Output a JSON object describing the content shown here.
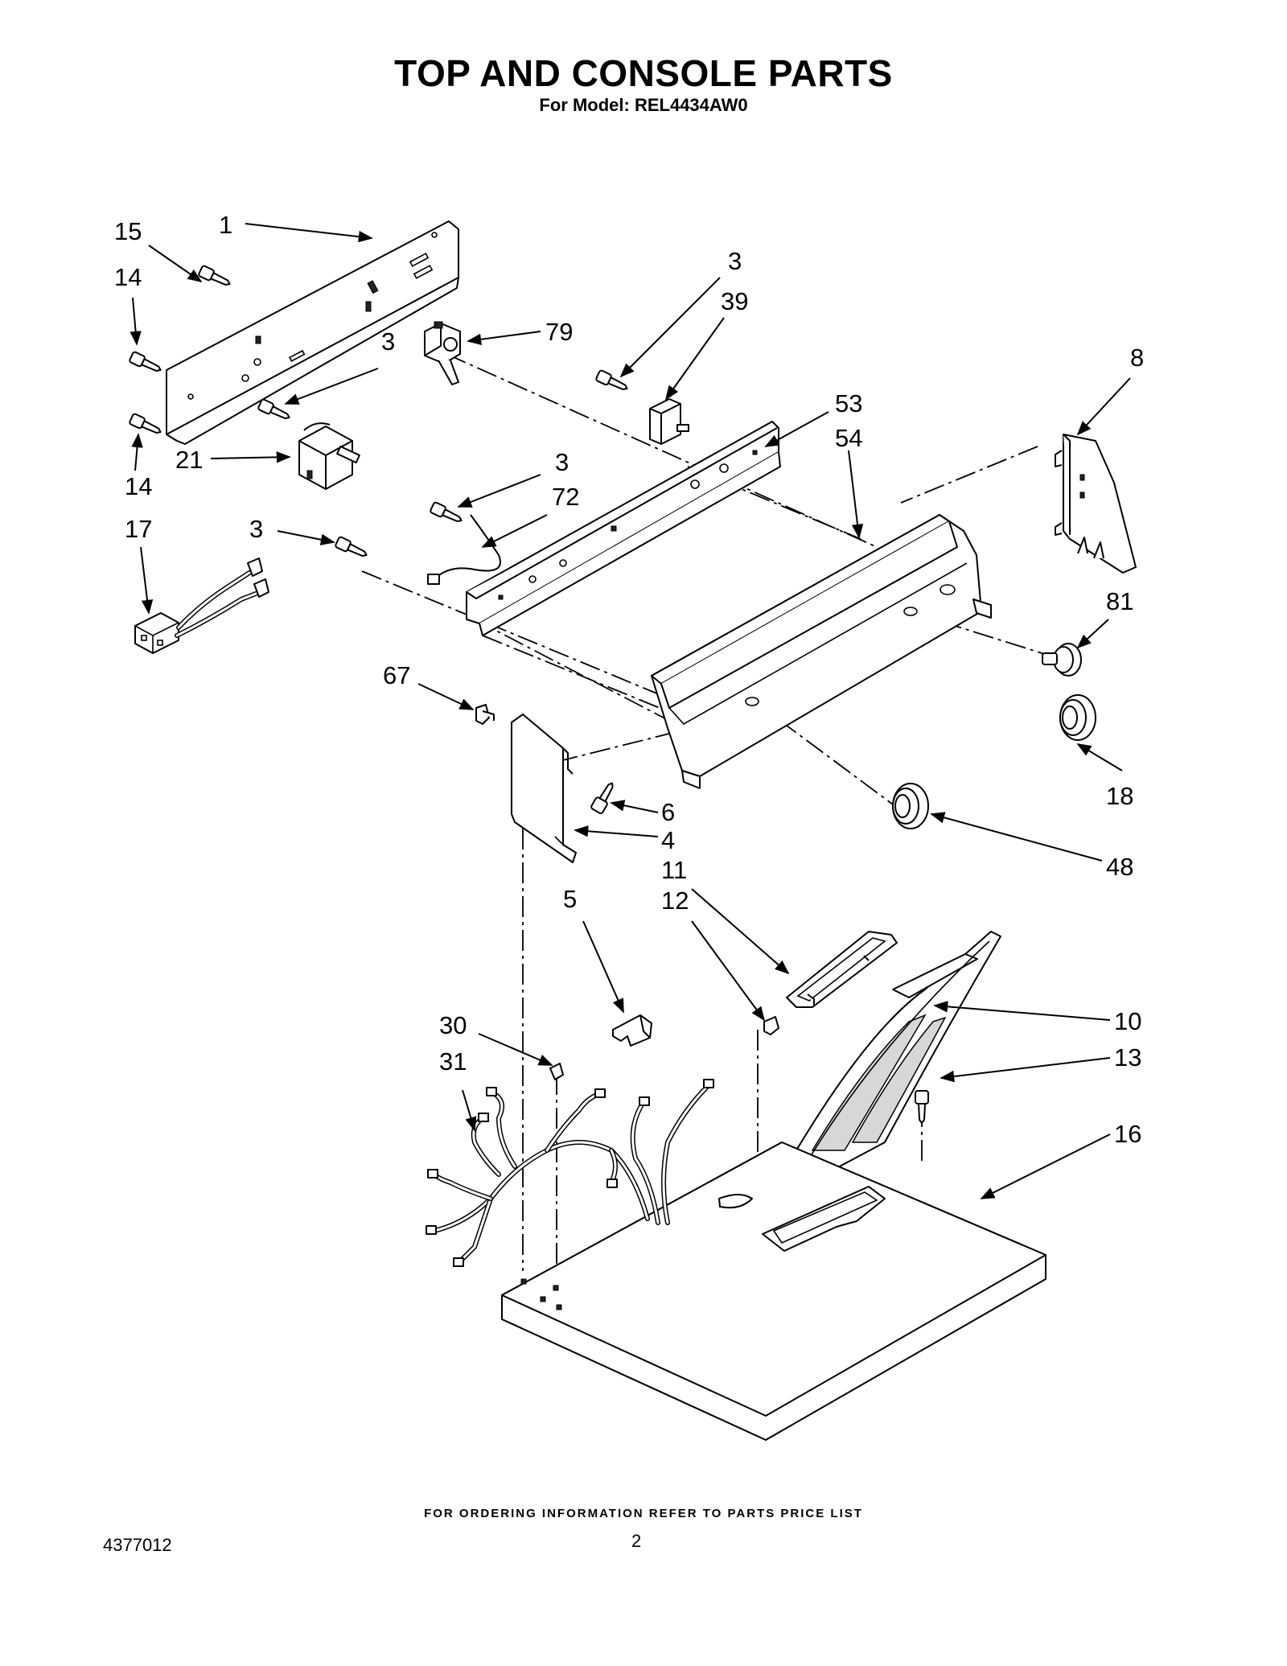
{
  "header": {
    "title": "TOP AND CONSOLE PARTS",
    "subtitle": "For Model: REL4434AW0"
  },
  "footer": {
    "note": "FOR ORDERING INFORMATION REFER TO PARTS PRICE LIST",
    "doc_number": "4377012",
    "page_number": "2"
  },
  "callouts": [
    {
      "id": "c-15",
      "label": "15"
    },
    {
      "id": "c-1",
      "label": "1"
    },
    {
      "id": "c-14a",
      "label": "14"
    },
    {
      "id": "c-3a",
      "label": "3"
    },
    {
      "id": "c-14b",
      "label": "14"
    },
    {
      "id": "c-21",
      "label": "21"
    },
    {
      "id": "c-17",
      "label": "17"
    },
    {
      "id": "c-3b",
      "label": "3"
    },
    {
      "id": "c-79",
      "label": "79"
    },
    {
      "id": "c-3c",
      "label": "3"
    },
    {
      "id": "c-39",
      "label": "39"
    },
    {
      "id": "c-3d",
      "label": "3"
    },
    {
      "id": "c-72",
      "label": "72"
    },
    {
      "id": "c-53",
      "label": "53"
    },
    {
      "id": "c-54",
      "label": "54"
    },
    {
      "id": "c-8",
      "label": "8"
    },
    {
      "id": "c-81",
      "label": "81"
    },
    {
      "id": "c-18",
      "label": "18"
    },
    {
      "id": "c-48",
      "label": "48"
    },
    {
      "id": "c-67",
      "label": "67"
    },
    {
      "id": "c-6",
      "label": "6"
    },
    {
      "id": "c-4",
      "label": "4"
    },
    {
      "id": "c-11",
      "label": "11"
    },
    {
      "id": "c-12",
      "label": "12"
    },
    {
      "id": "c-5",
      "label": "5"
    },
    {
      "id": "c-10",
      "label": "10"
    },
    {
      "id": "c-13",
      "label": "13"
    },
    {
      "id": "c-16",
      "label": "16"
    },
    {
      "id": "c-30",
      "label": "30"
    },
    {
      "id": "c-31",
      "label": "31"
    }
  ]
}
